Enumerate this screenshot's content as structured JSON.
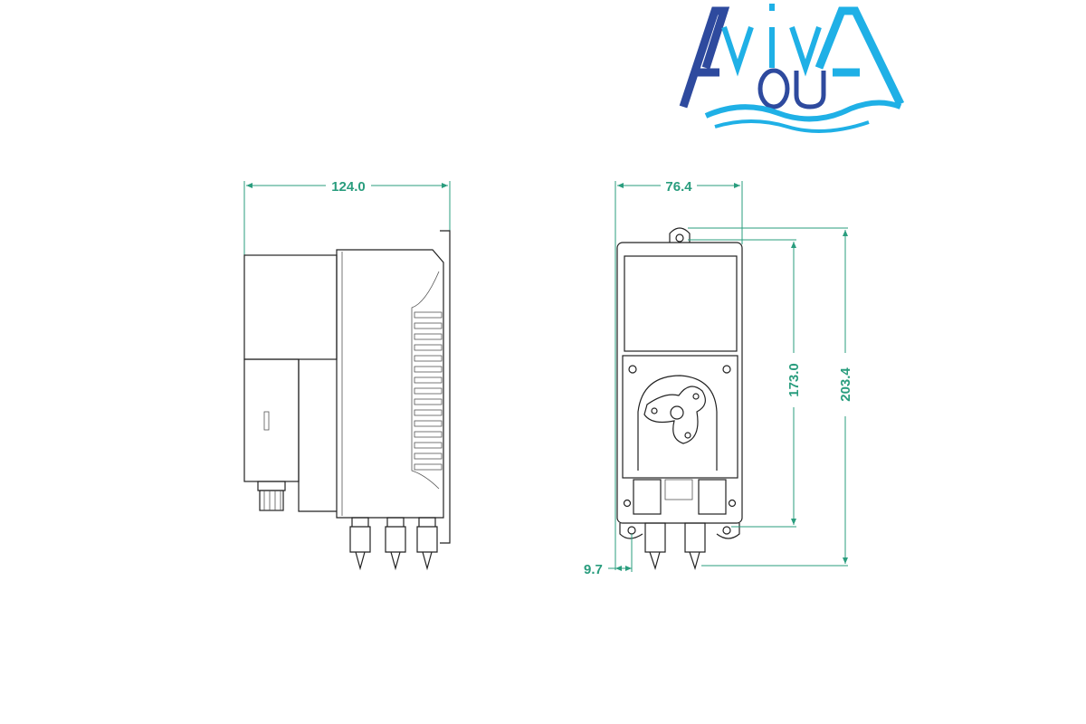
{
  "logo": {
    "text": "AVIVA AQUA",
    "colors": {
      "dark_blue": "#2e4a9e",
      "light_blue": "#1fb0e6"
    }
  },
  "side_view": {
    "dimensions": {
      "width": "124.0"
    }
  },
  "front_view": {
    "dimensions": {
      "width": "76.4",
      "mount_height": "173.0",
      "total_height": "203.4",
      "mount_offset": "9.7"
    }
  },
  "colors": {
    "dimension": "#2a9d7e"
  }
}
